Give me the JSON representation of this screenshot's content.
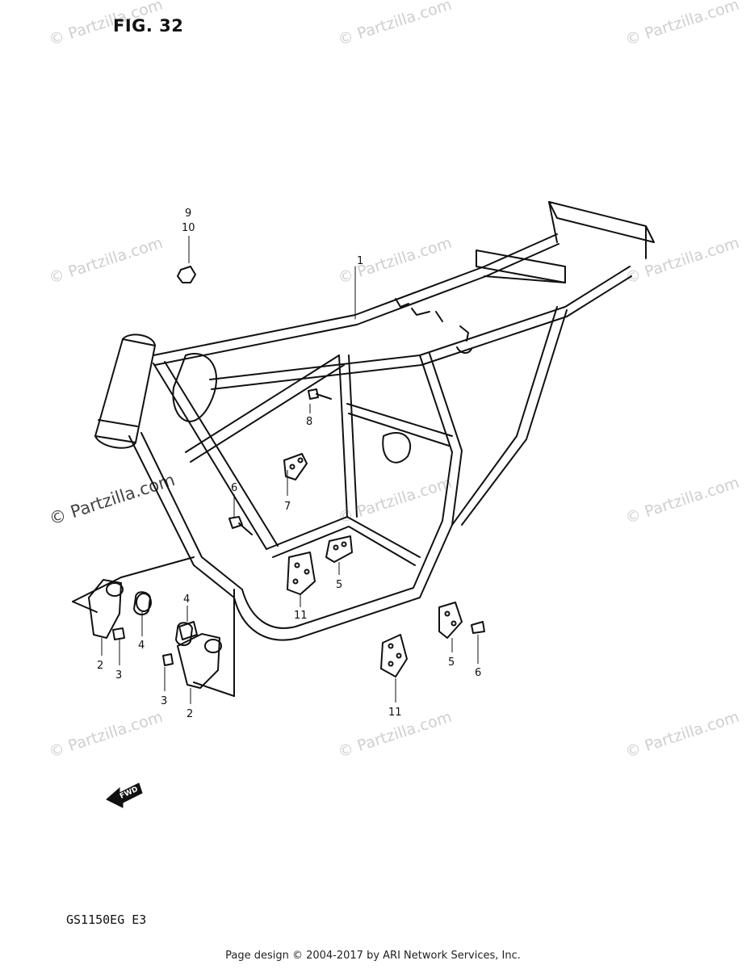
{
  "figure": {
    "title": "FIG. 32",
    "model_code": "GS1150EG  E3"
  },
  "footer": {
    "text": "Page design © 2004-2017 by ARI Network Services, Inc."
  },
  "watermark": {
    "text": "© Partzilla.com"
  },
  "direction_arrow": {
    "label": "FWD"
  },
  "callouts": {
    "c1": "1",
    "c2a": "2",
    "c2b": "2",
    "c3a": "3",
    "c3b": "3",
    "c4a": "4",
    "c4b": "4",
    "c5a": "5",
    "c5b": "5",
    "c6a": "6",
    "c6b": "6",
    "c7": "7",
    "c8": "8",
    "c9": "9",
    "c10": "10",
    "c11a": "11",
    "c11b": "11"
  }
}
